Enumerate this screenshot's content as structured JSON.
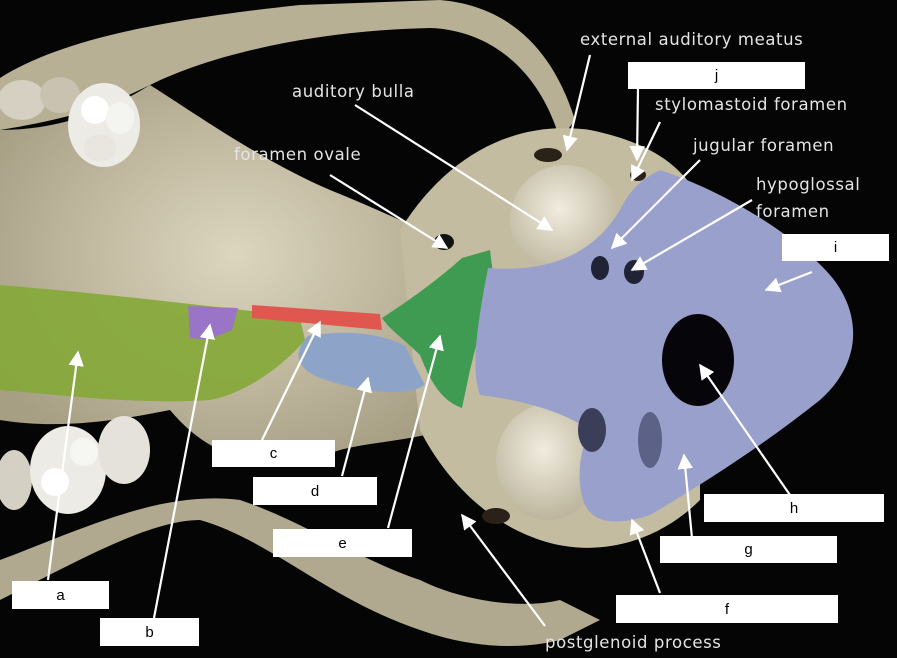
{
  "anatomical_labels": {
    "external_auditory_meatus": "external auditory meatus",
    "auditory_bulla": "auditory bulla",
    "stylomastoid_foramen": "stylomastoid foramen",
    "foramen_ovale": "foramen ovale",
    "jugular_foramen": "jugular foramen",
    "hypoglossal_foramen_line1": "hypoglossal",
    "hypoglossal_foramen_line2": "foramen",
    "postglenoid_process": "postglenoid process"
  },
  "answer_boxes": {
    "a": "a",
    "b": "b",
    "c": "c",
    "d": "d",
    "e": "e",
    "f": "f",
    "g": "g",
    "h": "h",
    "i": "i",
    "j": "j"
  },
  "colors": {
    "green_region": "#86a83a",
    "purple_region": "#9a74c6",
    "red_region": "#e0574f",
    "blue_region": "#8ea3c8",
    "teal_region": "#3f9a52",
    "occipital_region": "#9aa0cc",
    "bone": "#cdc6ad"
  }
}
